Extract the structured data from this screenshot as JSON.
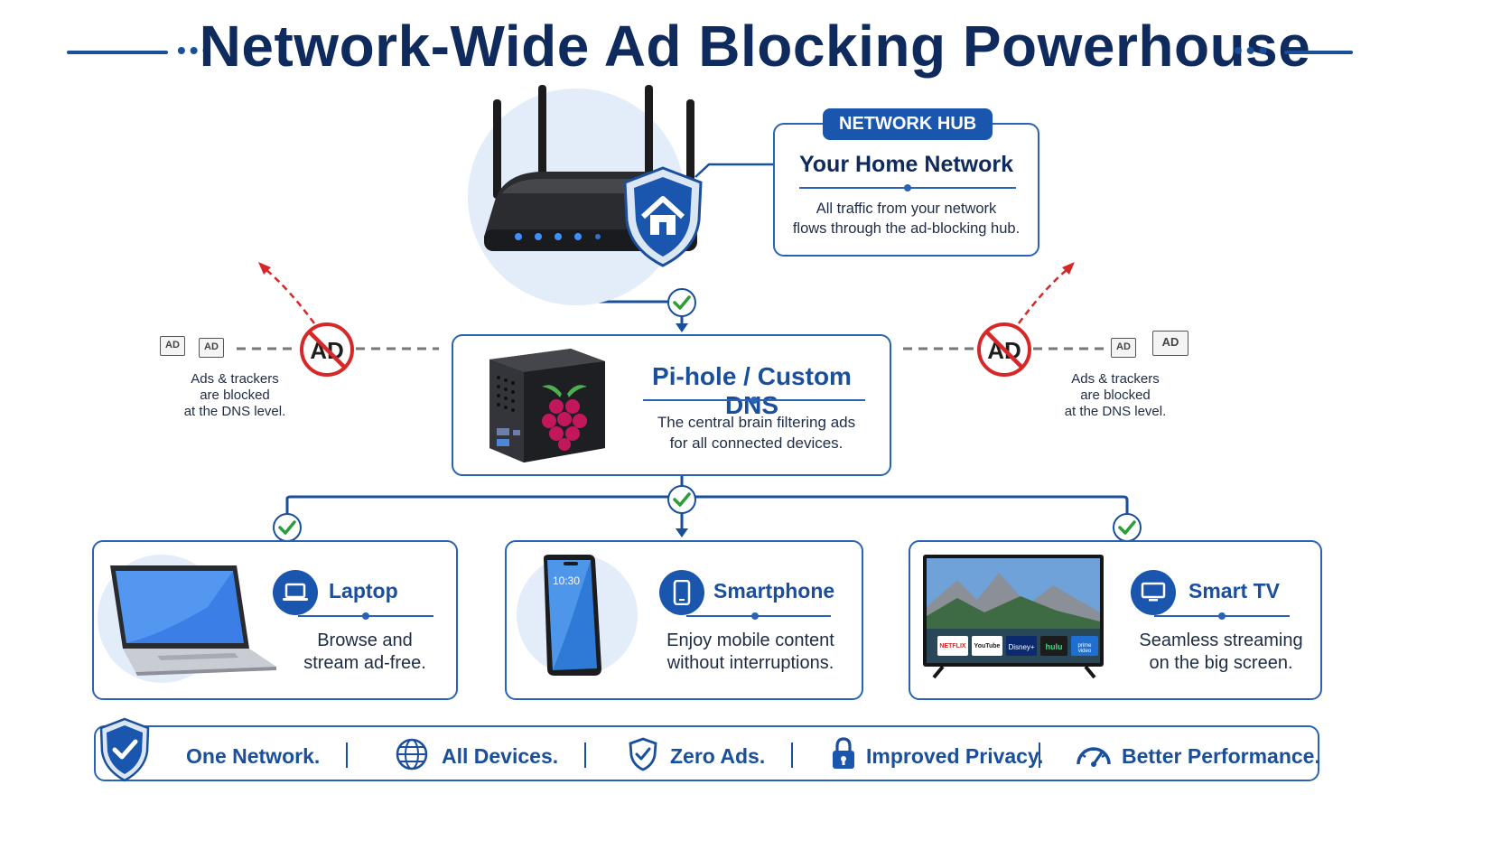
{
  "title": "Network-Wide Ad Blocking Powerhouse",
  "hub": {
    "badge": "NETWORK HUB",
    "heading": "Your Home Network",
    "desc_line1": "All traffic from your network",
    "desc_line2": "flows through the ad-blocking hub."
  },
  "dns": {
    "heading": "Pi-hole / Custom DNS",
    "desc_line1": "The central brain filtering ads",
    "desc_line2": "for all connected devices."
  },
  "blocked_left": {
    "ad_label": "AD",
    "line1": "Ads & trackers",
    "line2": "are blocked",
    "line3": "at the DNS level."
  },
  "blocked_right": {
    "ad_label": "AD",
    "line1": "Ads & trackers",
    "line2": "are blocked",
    "line3": "at the DNS level."
  },
  "devices": [
    {
      "name": "Laptop",
      "line1": "Browse and",
      "line2": "stream ad-free."
    },
    {
      "name": "Smartphone",
      "line1": "Enjoy mobile content",
      "line2": "without interruptions."
    },
    {
      "name": "Smart TV",
      "line1": "Seamless streaming",
      "line2": "on the big screen."
    }
  ],
  "phone_time": "10:30",
  "tv_apps": [
    "NETFLIX",
    "YouTube",
    "Disney+",
    "hulu",
    "prime video"
  ],
  "benefits": [
    "One Network.",
    "All Devices.",
    "Zero Ads.",
    "Improved Privacy.",
    "Better Performance."
  ],
  "colors": {
    "primary": "#1a56ad",
    "dark_navy": "#0f2a5c",
    "check_green": "#2e9b3c",
    "block_red": "#d62828"
  }
}
